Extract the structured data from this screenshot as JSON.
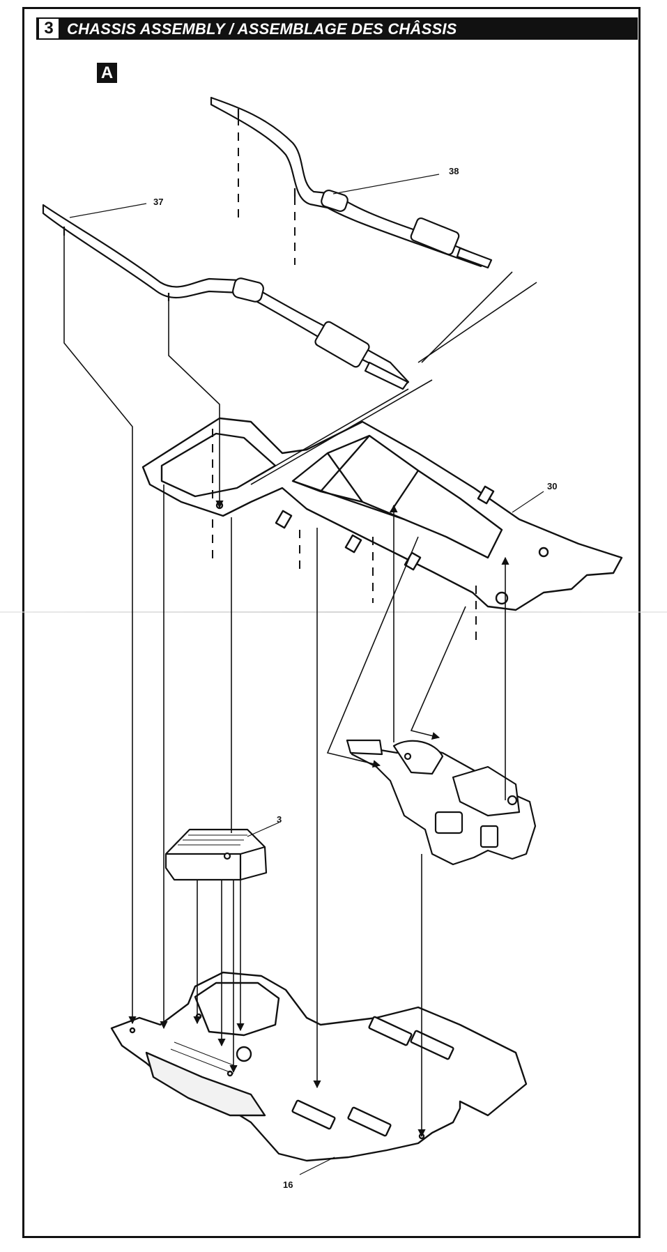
{
  "step": {
    "number": "3",
    "title": "CHASSIS ASSEMBLY / ASSEMBLAGE DES CHÂSSIS"
  },
  "substep": {
    "label": "A"
  },
  "parts": [
    {
      "id": "p37",
      "number": "37"
    },
    {
      "id": "p38",
      "number": "38"
    },
    {
      "id": "p30",
      "number": "30"
    },
    {
      "id": "p3",
      "number": "3"
    },
    {
      "id": "p16",
      "number": "16"
    }
  ],
  "colors": {
    "ink": "#111111",
    "paper": "#ffffff",
    "shade": "#e6e6e6"
  }
}
